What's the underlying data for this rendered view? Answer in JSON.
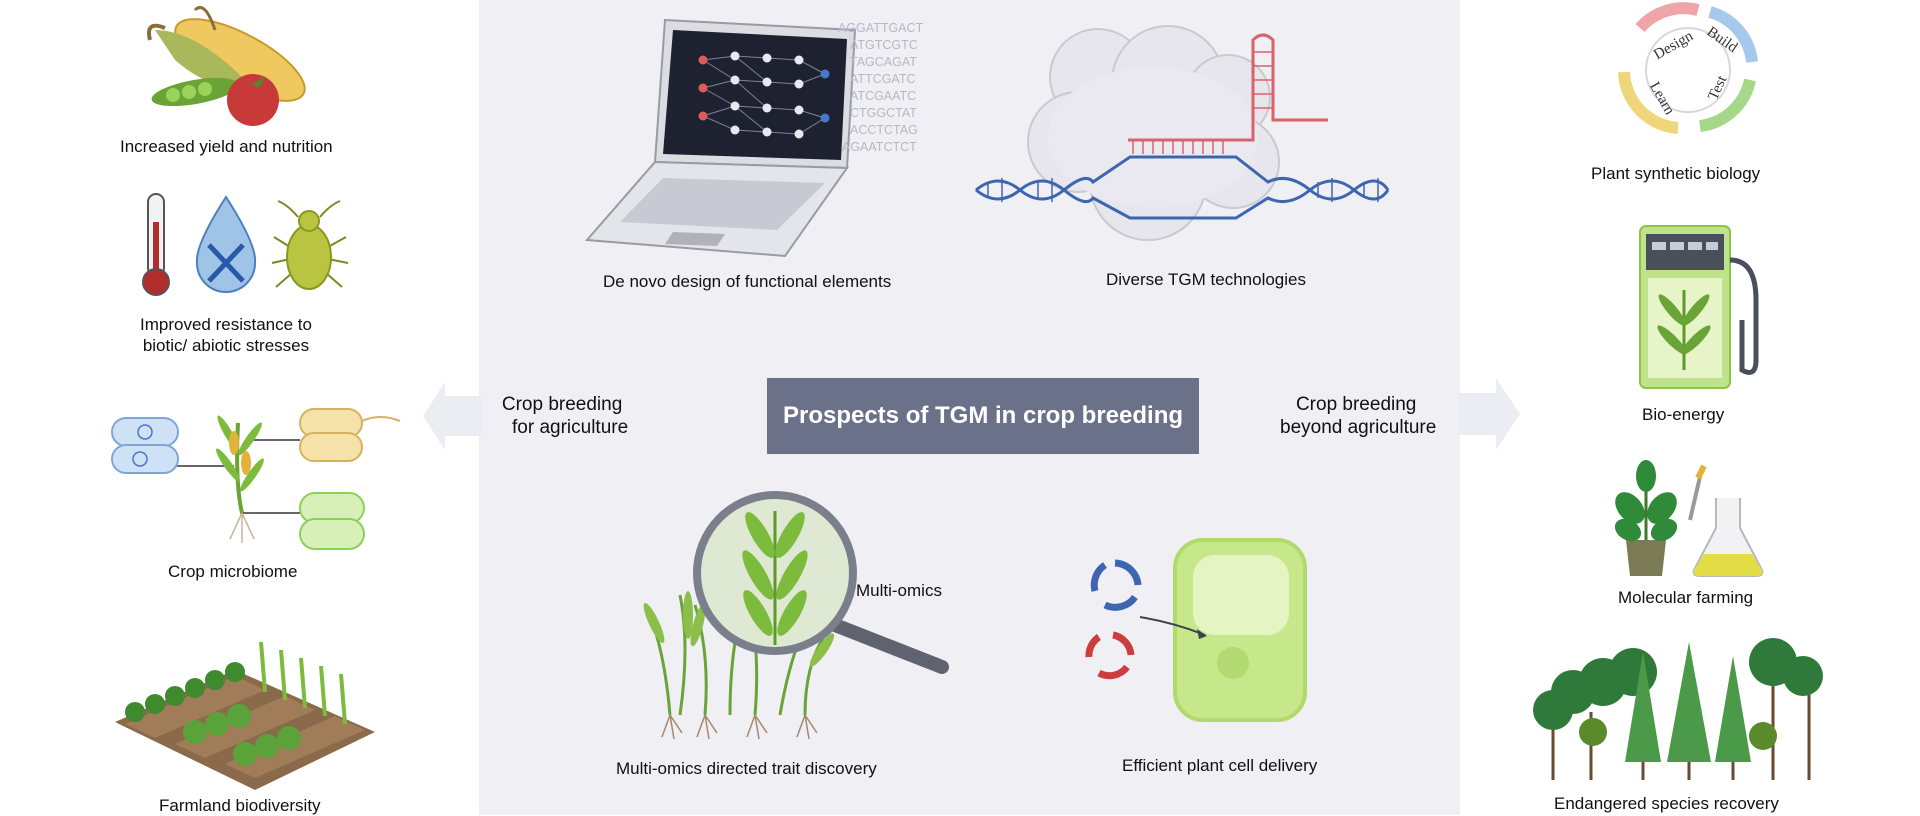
{
  "center": {
    "title": "Prospects of TGM in crop breeding",
    "items": [
      "De novo design of  functional elements",
      "Diverse TGM technologies",
      "Multi-omics directed trait discovery",
      "Efficient plant cell delivery"
    ],
    "multi_omics_tag": "Multi-omics",
    "dna_sequences": [
      "AGGATTGACT",
      "ATGTCGTC",
      "TAGCAGAT",
      "ATTCGATC",
      "ATCGAATC",
      "CTGGCTAT",
      "ACCTCTAG",
      "AGAATCTCT"
    ]
  },
  "arrows": {
    "left_label": "Crop breeding\nfor agriculture",
    "right_label": "Crop breeding\nbeyond agriculture",
    "left_line1": "Crop breeding",
    "left_line2": "for agriculture",
    "right_line1": "Crop breeding",
    "right_line2": "beyond agriculture"
  },
  "left": {
    "items": [
      {
        "line1": "Increased yield and nutrition"
      },
      {
        "line1": "Improved resistance to",
        "line2": "biotic/ abiotic stresses"
      },
      {
        "line1": "Crop microbiome"
      },
      {
        "line1": "Farmland biodiversity"
      }
    ]
  },
  "right": {
    "items": [
      {
        "line1": "Plant synthetic biology"
      },
      {
        "line1": "Bio-energy"
      },
      {
        "line1": "Molecular farming"
      },
      {
        "line1": "Endangered species  recovery"
      }
    ],
    "dbtl_cycle": [
      "Design",
      "Build",
      "Test",
      "Learn"
    ]
  },
  "colors": {
    "panel_bg": "#efeff4",
    "title_bg": "#6c718a",
    "arrow": "#ecedf2",
    "dna_blue": "#3e66b0",
    "rna_red": "#d9626b",
    "leaf_green": "#6aa436",
    "cell_green": "#c7e88a"
  }
}
